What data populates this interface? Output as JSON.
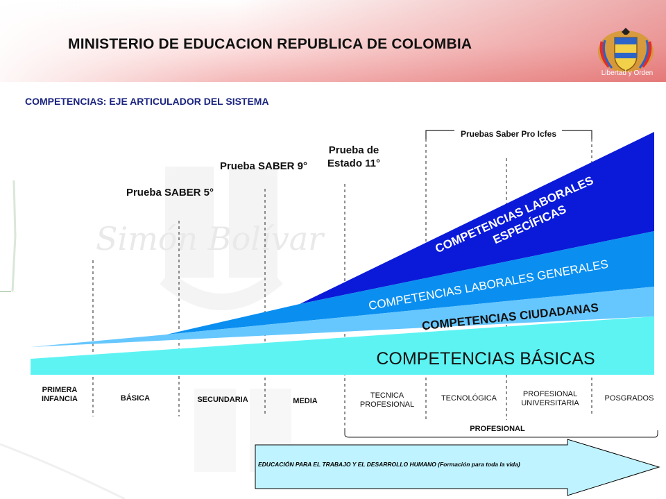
{
  "header": {
    "title": "MINISTERIO DE EDUCACION REPUBLICA DE COLOMBIA",
    "crest_motto": "Libertad y Orden"
  },
  "section_title": "COMPETENCIAS: EJE ARTICULADOR DEL SISTEMA",
  "exams": {
    "saber5": "Prueba SABER 5°",
    "saber9": "Prueba SABER 9°",
    "estado11": "Prueba de Estado 11°",
    "saber_pro": "Pruebas Saber Pro Icfes"
  },
  "bands": {
    "basicas": "COMPETENCIAS BÁSICAS",
    "ciudadanas": "COMPETENCIAS CIUDADANAS",
    "laborales_generales": "COMPETENCIAS LABORALES GENERALES",
    "laborales_especificas": "COMPETENCIAS LABORALES ESPECÍFICAS"
  },
  "levels": [
    "PRIMERA INFANCIA",
    "BÁSICA",
    "SECUNDARIA",
    "MEDIA",
    "TECNICA PROFESIONAL",
    "TECNOLÓGICA",
    "PROFESIONAL UNIVERSITARIA",
    "POSGRADOS"
  ],
  "profesional_label": "PROFESIONAL",
  "arrow_text": "EDUCACIÓN PARA EL TRABAJO Y EL DESARROLLO HUMANO (Formación para toda la vida)",
  "watermark": "Simón Bolívar",
  "colors": {
    "basicas": "#5ef3f3",
    "ciudadanas": "#66c7ff",
    "laborales_generales": "#0a8ff0",
    "laborales_especificas": "#0b1ad9",
    "arrow_fill": "#bff3ff",
    "title_blue": "#1a237e"
  }
}
